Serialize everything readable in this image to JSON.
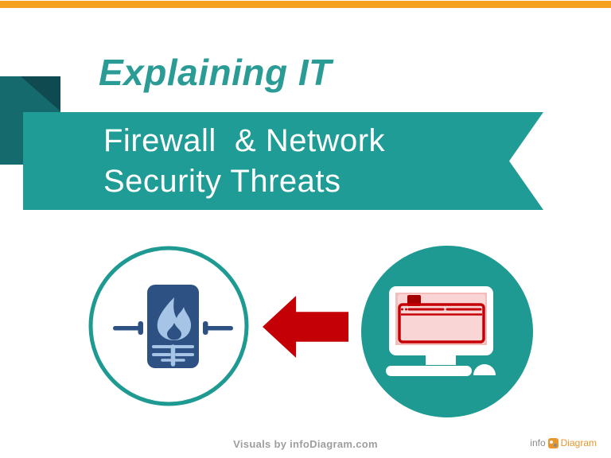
{
  "slide": {
    "kicker": "Explaining IT",
    "title_line1": "Firewall  & Network",
    "title_line2": "Security Threats",
    "footer_credit": "Visuals by infoDiagram.com",
    "logo": {
      "prefix": "info",
      "name": "Diagram"
    }
  },
  "colors": {
    "accent_orange": "#F5A01F",
    "ribbon_teal": "#1F9C95",
    "fold_teal_dark": "#156A6E",
    "fold_teal_darker": "#0F4A50",
    "heading_teal": "#2B9B95",
    "firewall_navy": "#2D5183",
    "flame_light_blue": "#A6C4E6",
    "threat_red": "#C40006",
    "screen_pink": "#F5BCBC",
    "window_pink": "#FAD5D5",
    "footer_gray": "#9E9E9E",
    "logo_orange": "#E8962E"
  },
  "icons": {
    "left_badge": "firewall-icon",
    "arrow": "attack-arrow-icon",
    "right_badge": "infected-computer-icon"
  }
}
